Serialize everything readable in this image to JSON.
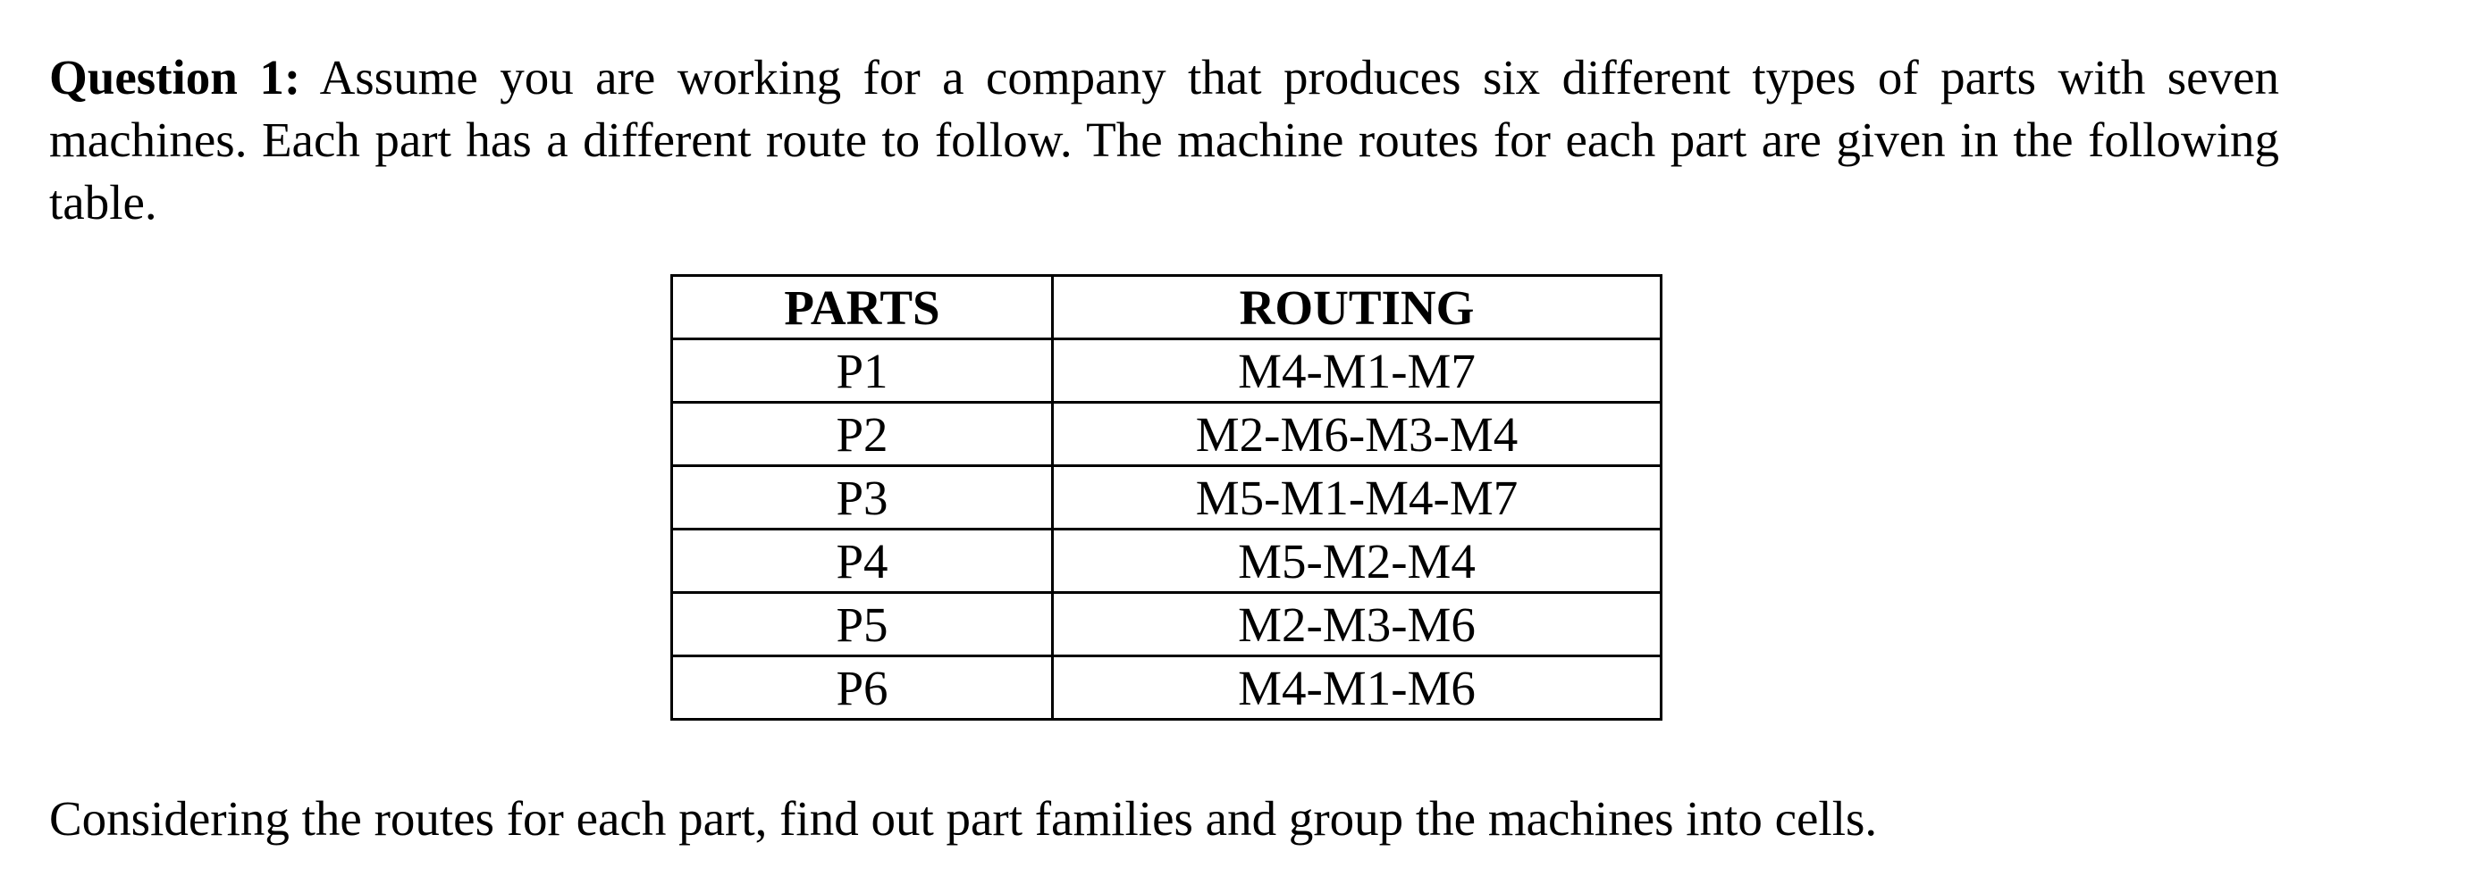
{
  "page": {
    "background": "#ffffff",
    "text_color": "#000000",
    "table_border_color": "#000000"
  },
  "question": {
    "label": "Question 1:",
    "line1_rest": "Assume you are working for a company that produces six different types of parts with seven",
    "line2": "machines. Each part has a different route to follow. The machine routes for each part are given in the following",
    "line3": "table."
  },
  "routing_table": {
    "headers": [
      "PARTS",
      "ROUTING"
    ],
    "rows": [
      {
        "part": "P1",
        "routing": "M4-M1-M7"
      },
      {
        "part": "P2",
        "routing": "M2-M6-M3-M4"
      },
      {
        "part": "P3",
        "routing": "M5-M1-M4-M7"
      },
      {
        "part": "P4",
        "routing": "M5-M2-M4"
      },
      {
        "part": "P5",
        "routing": "M2-M3-M6"
      },
      {
        "part": "P6",
        "routing": "M4-M1-M6"
      }
    ]
  },
  "closing": {
    "text": "Considering the routes for each part, find out part families and group the machines into cells."
  }
}
